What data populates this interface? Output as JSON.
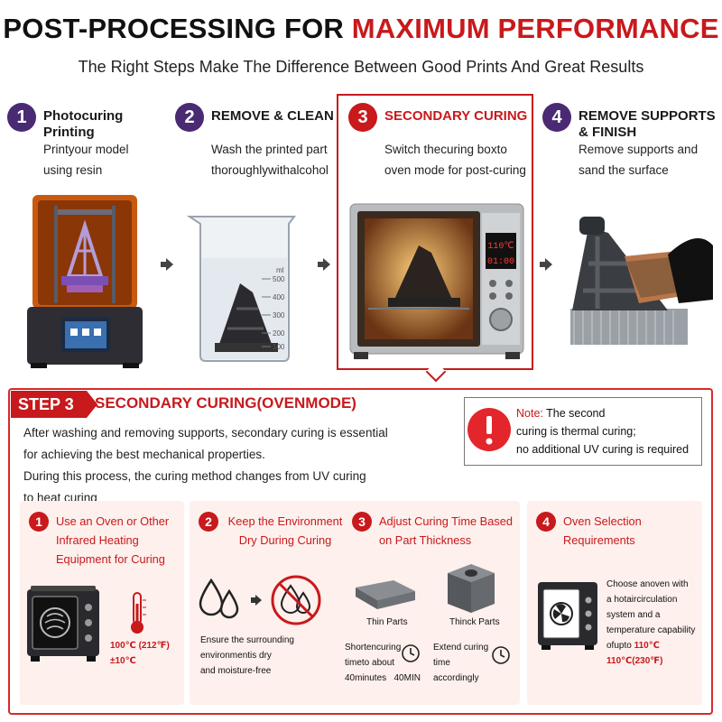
{
  "header": {
    "title_prefix": "POST-PROCESSING FOR ",
    "title_highlight": "MAXIMUM PERFORMANCE",
    "subtitle": "The Right Steps Make The Difference Between Good Prints And Great Results"
  },
  "steps": [
    {
      "number": "1",
      "title_line1": "Photocuring",
      "title_line2": "Printing",
      "desc_line1": "Printyour model",
      "desc_line2": "using resin"
    },
    {
      "number": "2",
      "title_line1": "REMOVE & CLEAN",
      "desc_line1": "Wash the printed part",
      "desc_line2": "thoroughlywithalcohol"
    },
    {
      "number": "3",
      "title_line1": "SECONDARY CURING",
      "desc_line1": "Switch thecuring boxto",
      "desc_line2": "oven mode for post-curing"
    },
    {
      "number": "4",
      "title_line1": "REMOVE SUPPORTS",
      "title_line2": "& FINISH",
      "desc_line1": "Remove supports and",
      "desc_line2": "sand the surface"
    }
  ],
  "images": {
    "beaker_unit": "ml",
    "beaker_ticks": [
      "500",
      "400",
      "300",
      "200",
      "100"
    ],
    "oven_temp": "110℃",
    "oven_time": "01:00"
  },
  "detail": {
    "badge": "STEP 3",
    "title": "SECONDARY CURING(OVENMODE)",
    "intro": [
      "After washing and removing supports, secondary curing is essential",
      "for achieving the best mechanical properties.",
      "During this process, the curing method changes from UV curing",
      "to heat curing"
    ],
    "note": {
      "label": "Note:",
      "line1": " The second",
      "line2": "curing is thermal curing;",
      "line3": "no additional UV curing is required"
    }
  },
  "cards": [
    {
      "number": "1",
      "head_line1": "Use an Oven or Other",
      "head_line2": "Infrared Heating",
      "head_line3": "Equipment for Curing",
      "temp_line1": "100℃ (212℉)",
      "temp_line2": "±10℃"
    },
    {
      "number": "2",
      "head_line1": "Keep the Environment",
      "head_line2": "Dry During Curing",
      "text_line1": "Ensure the surrounding",
      "text_line2": "environmentis dry",
      "text_line3": "and moisture-free"
    },
    {
      "number": "3",
      "head_line1": "Adjust Curing Time Based",
      "head_line2": "on Part Thickness",
      "thin_label": "Thin Parts",
      "thick_label": "Thinck Parts",
      "thin_line1": "Shortencuring",
      "thin_line2": "timeto about",
      "thin_line3": "40minutes",
      "thin_line3b": "40MIN",
      "thick_line1": "Extend curing",
      "thick_line2": "time",
      "thick_line3": "accordingly"
    },
    {
      "number": "4",
      "head_line1": "Oven Selection",
      "head_line2": "Requirements",
      "text_line1": "Choose anoven with",
      "text_line2": "a hotaircirculation",
      "text_line3": "system and a",
      "text_line4": "temperature capability",
      "text_line5a": "ofupto ",
      "text_line5b": "110℃",
      "text_line6": "110℃(230℉)"
    }
  ],
  "colors": {
    "accent_red": "#c8191c",
    "step_purple": "#4a2a73",
    "card_bg": "#fdf0ed"
  }
}
